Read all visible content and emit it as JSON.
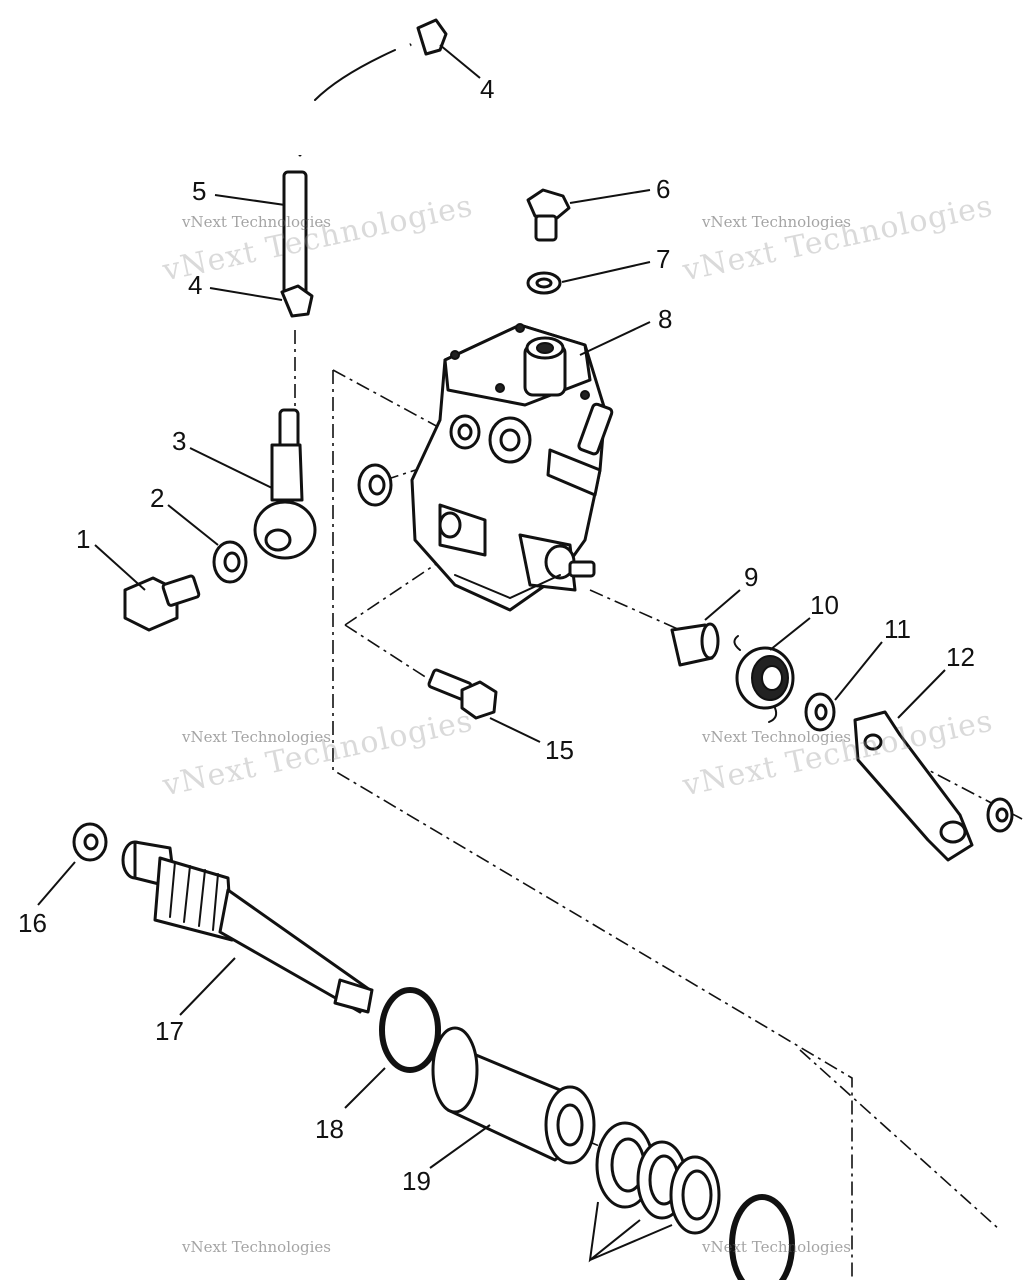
{
  "callouts": [
    "1",
    "2",
    "3",
    "4",
    "4",
    "5",
    "6",
    "7",
    "8",
    "9",
    "10",
    "11",
    "12",
    "15",
    "16",
    "17",
    "18",
    "19"
  ],
  "watermark": {
    "small": "vNext Technologies",
    "large": "vNext Technologies"
  },
  "colors": {
    "ink": "#111111",
    "background": "#ffffff"
  }
}
